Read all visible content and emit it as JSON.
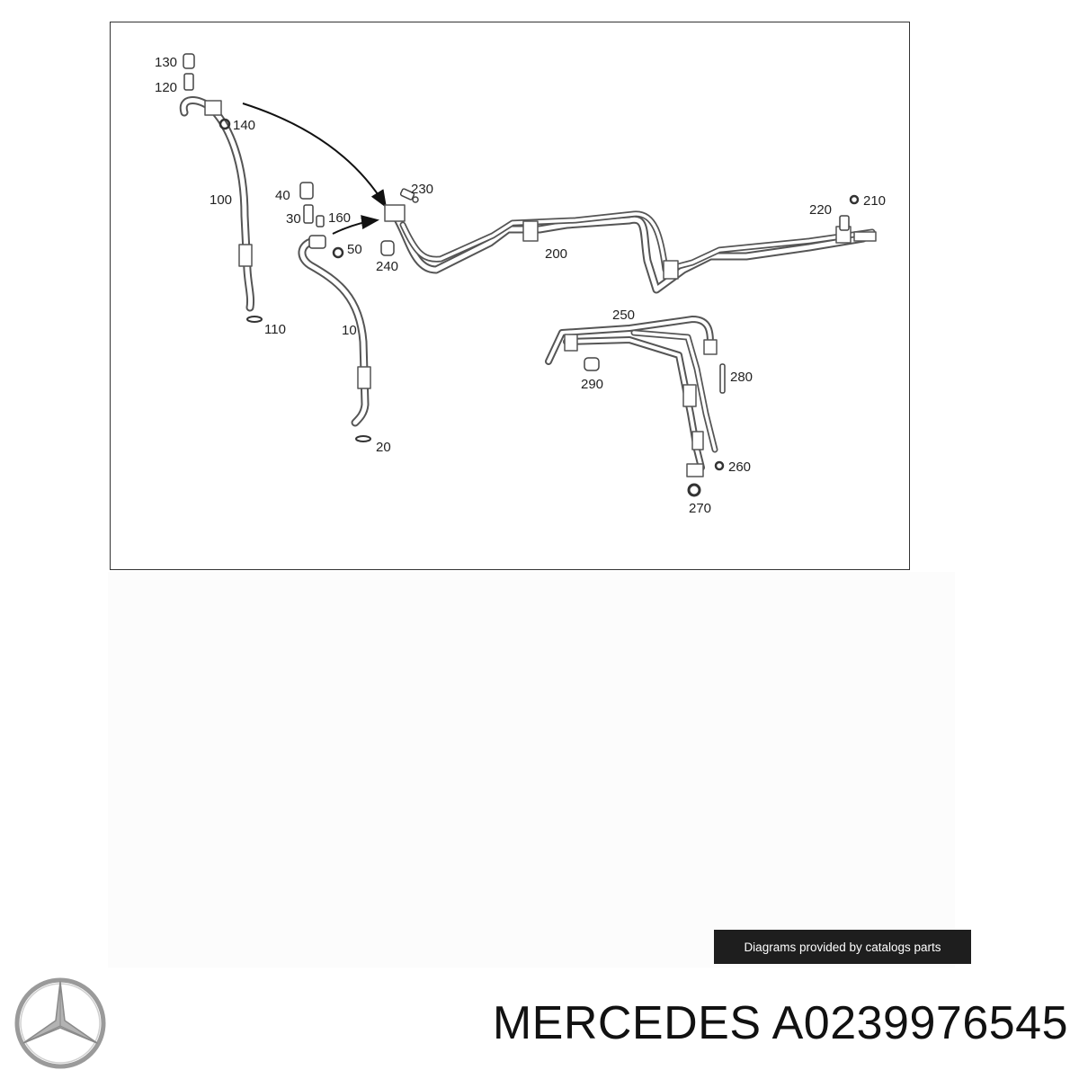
{
  "diagram": {
    "part_labels": [
      "130",
      "120",
      "140",
      "100",
      "110",
      "40",
      "30",
      "160",
      "50",
      "10",
      "20",
      "230",
      "240",
      "200",
      "220",
      "210",
      "250",
      "290",
      "280",
      "260",
      "270"
    ]
  },
  "credit": {
    "text": "Diagrams provided by catalogs parts"
  },
  "logo": {
    "icon": "mercedes-star-icon",
    "color": "#9a9a9a"
  },
  "title": {
    "text": "MERCEDES A0239976545"
  }
}
